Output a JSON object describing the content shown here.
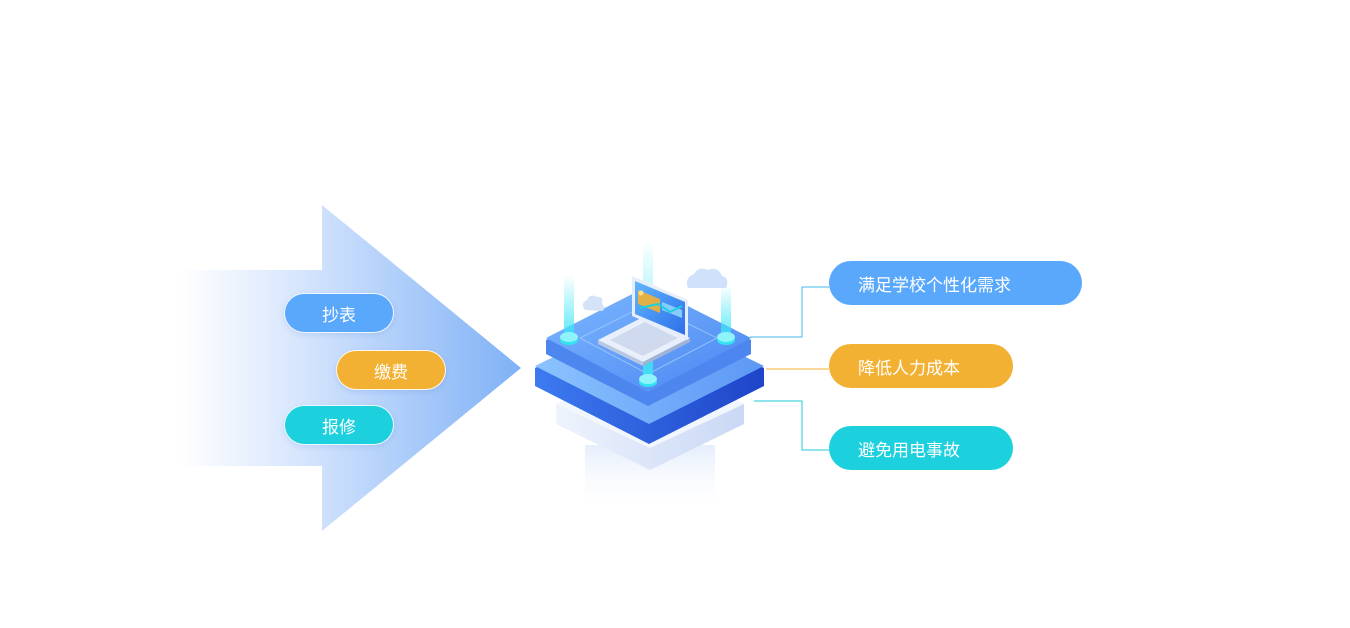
{
  "colors": {
    "blue": "#5aa8fb",
    "orange": "#f3b133",
    "cyan": "#1dd0de",
    "arrow_start": "#ffffff",
    "arrow_end": "#7fb1f6",
    "platform_top": "#5a99f6",
    "platform_side": "#2a5fe0"
  },
  "inputs": [
    {
      "label": "抄表",
      "color": "#5aa8fb"
    },
    {
      "label": "缴费",
      "color": "#f3b133"
    },
    {
      "label": "报修",
      "color": "#1dd0de"
    }
  ],
  "benefits": [
    {
      "label": "满足学校个性化需求",
      "color": "#5aa8fb"
    },
    {
      "label": "降低人力成本",
      "color": "#f3b133"
    },
    {
      "label": "避免用电事故",
      "color": "#1dd0de"
    }
  ],
  "icons": {
    "arrow": "big-right-arrow-icon",
    "platform": "isometric-platform-icon",
    "laptop": "laptop-icon",
    "clouds": "cloud-icon"
  }
}
